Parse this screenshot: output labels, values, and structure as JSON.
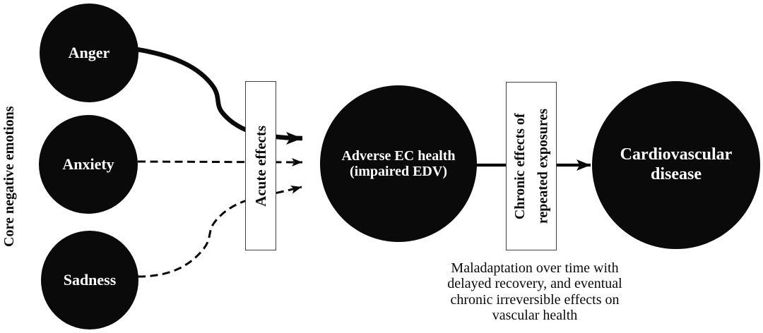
{
  "figure": {
    "axis_label": "Core negative emotions",
    "emotions": [
      {
        "label": "Anger",
        "connector_style": "solid"
      },
      {
        "label": "Anxiety",
        "connector_style": "dashed"
      },
      {
        "label": "Sadness",
        "connector_style": "dashed"
      }
    ],
    "acute_box": {
      "label": "Acute effects"
    },
    "adverse_node": {
      "line1": "Adverse EC health",
      "line2": "(impaired EDV)"
    },
    "chronic_box": {
      "line1": "Chronic effects of",
      "line2": "repeated exposures"
    },
    "outcome_node": {
      "line1": "Cardiovascular",
      "line2": "disease"
    },
    "caption_lines": [
      "Maladaptation over time with",
      "delayed recovery, and eventual",
      "chronic irreversible effects on",
      "vascular health"
    ],
    "colors": {
      "node_fill": "#0a0a0a",
      "node_text": "#ffffff",
      "connector": "#0a0a0a",
      "box_border": "#3f3f3f",
      "box_fill": "#ffffff",
      "background": "#ffffff"
    }
  }
}
